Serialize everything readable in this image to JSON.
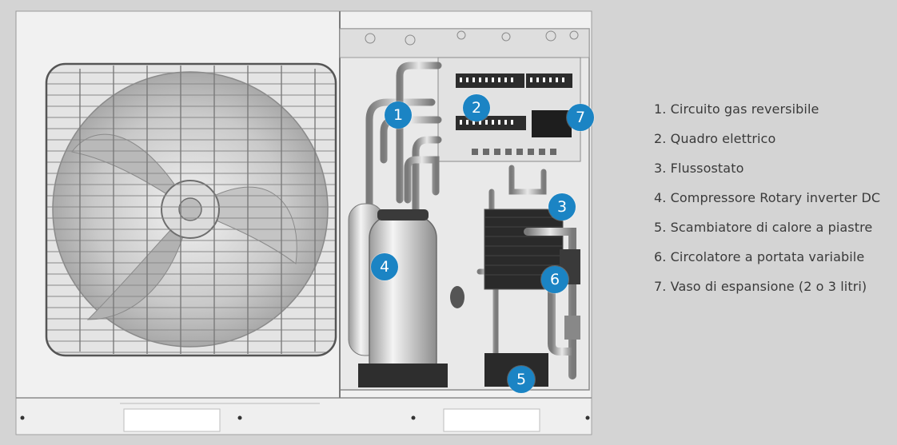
{
  "colors": {
    "background": "#d4d4d4",
    "marker": "#1b84c4",
    "marker_text": "#ffffff",
    "legend_text": "#3a3a3a"
  },
  "markers": [
    {
      "id": "m1",
      "label": "1"
    },
    {
      "id": "m2",
      "label": "2"
    },
    {
      "id": "m3",
      "label": "3"
    },
    {
      "id": "m4",
      "label": "4"
    },
    {
      "id": "m5",
      "label": "5"
    },
    {
      "id": "m6",
      "label": "6"
    },
    {
      "id": "m7",
      "label": "7"
    }
  ],
  "legend": [
    "1. Circuito gas reversibile",
    "2. Quadro elettrico",
    "3. Flussostato",
    "4. Compressore Rotary inverter DC",
    "5. Scambiatore di calore a piastre",
    "6. Circolatore a portata variabile",
    "7. Vaso di espansione (2 o 3 litri)"
  ]
}
